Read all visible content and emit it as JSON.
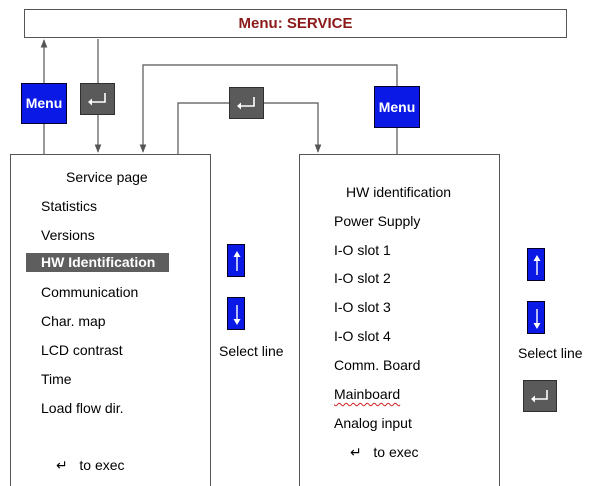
{
  "title": "Menu: SERVICE",
  "colors": {
    "title_text": "#8b1a1a",
    "menu_button": "#0b19e6",
    "enter_button": "#5a5a5a",
    "highlight": "#5e5e5e"
  },
  "buttons": {
    "menu_left": "Menu",
    "menu_right": "Menu",
    "enter_icon": "enter-key-icon",
    "up_icon": "up-arrow-icon",
    "down_icon": "down-arrow-icon"
  },
  "service_page": {
    "header": "Service page",
    "items": [
      "Statistics",
      "Versions",
      "HW Identification",
      "Communication",
      "Char. map",
      "LCD contrast",
      "Time",
      "Load flow dir."
    ],
    "selected_index": 2,
    "exec_symbol": "↵",
    "exec_label": "to exec"
  },
  "hw_page": {
    "header": "HW identification",
    "items": [
      "Power Supply",
      "I-O slot 1",
      "I-O slot 2",
      "I-O slot 3",
      "I-O slot 4",
      "Comm. Board",
      "Mainboard",
      "Analog input"
    ],
    "exec_symbol": "↵",
    "exec_label": "to exec"
  },
  "select_line_left": "Select line",
  "select_line_right": "Select line"
}
